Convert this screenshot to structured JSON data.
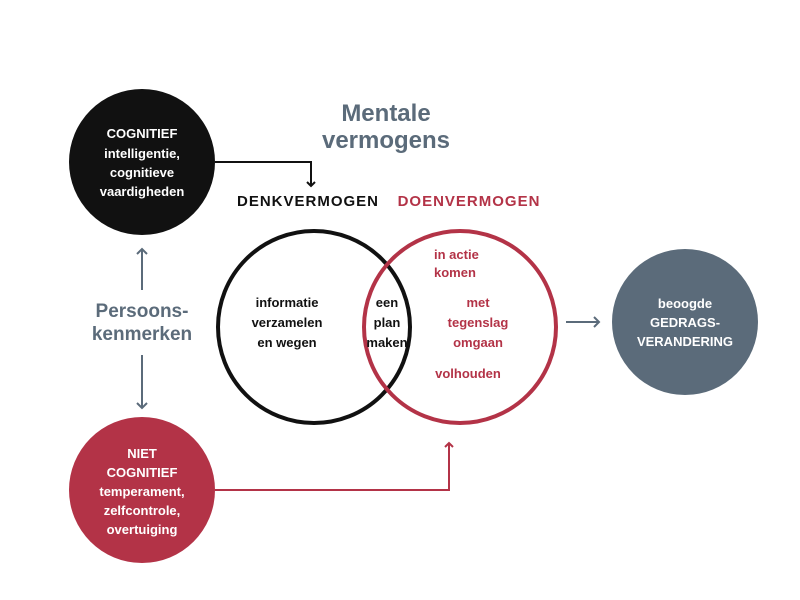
{
  "title": {
    "line1": "Mentale",
    "line2": "vermogens"
  },
  "side_label": {
    "line1": "Persoons-",
    "line2": "kenmerken"
  },
  "cognitief": {
    "heading": "COGNITIEF",
    "line1": "intelligentie,",
    "line2": "cognitieve",
    "line3": "vaardigheden"
  },
  "niet_cognitief": {
    "line1": "NIET",
    "line2": "COGNITIEF",
    "line3": "temperament,",
    "line4": "zelfcontrole,",
    "line5": "overtuiging"
  },
  "denkvermogen": {
    "heading": "DENKVERMOGEN",
    "line1": "informatie",
    "line2": "verzamelen",
    "line3": "en wegen"
  },
  "overlap": {
    "line1": "een",
    "line2": "plan",
    "line3": "maken"
  },
  "doenvermogen": {
    "heading": "DOENVERMOGEN",
    "item1_line1": "in actie",
    "item1_line2": "komen",
    "item2_line1": "met",
    "item2_line2": "tegenslag",
    "item2_line3": "omgaan",
    "item3": "volhouden"
  },
  "outcome": {
    "line1": "beoogde",
    "line2": "GEDRAGS-",
    "line3": "VERANDERING"
  },
  "colors": {
    "black": "#111111",
    "red": "#b33347",
    "slate": "#5b6b7a",
    "arrow": "#5b6b7a"
  }
}
